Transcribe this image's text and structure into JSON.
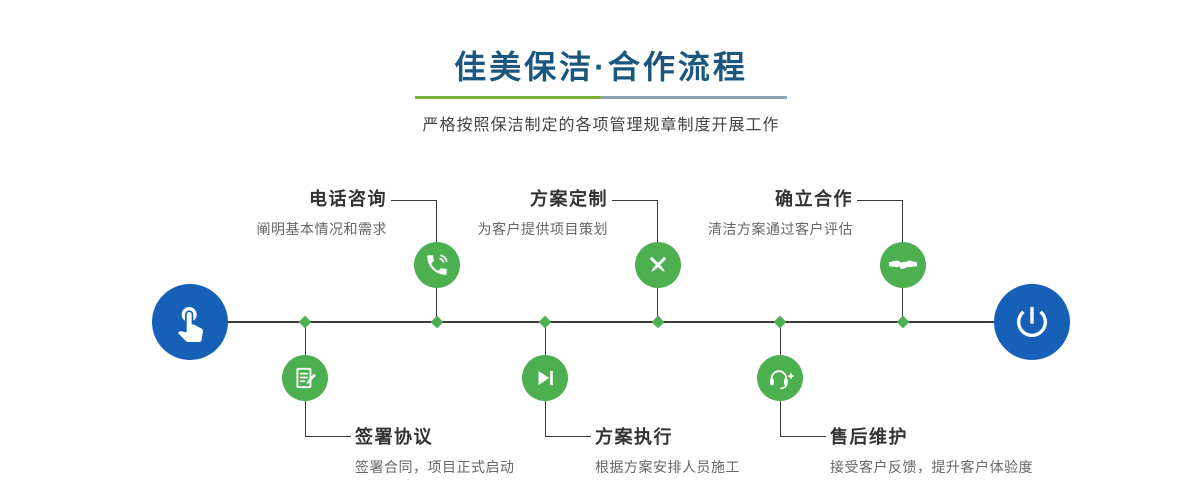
{
  "header": {
    "title": "佳美保洁·合作流程",
    "subtitle": "严格按照保洁制定的各项管理规章制度开展工作"
  },
  "timeline": {
    "start_node": {
      "icon": "pointing-hand-icon"
    },
    "end_node": {
      "icon": "power-icon"
    },
    "top": [
      {
        "title": "电话咨询",
        "desc": "阐明基本情况和需求",
        "icon": "phone-icon"
      },
      {
        "title": "方案定制",
        "desc": "为客户提供项目策划",
        "icon": "crossed-pencils-icon"
      },
      {
        "title": "确立合作",
        "desc": "清洁方案通过客户评估",
        "icon": "handshake-icon"
      }
    ],
    "bottom": [
      {
        "title": "签署协议",
        "desc": "签署合同，项目正式启动",
        "icon": "contract-edit-icon"
      },
      {
        "title": "方案执行",
        "desc": "根据方案安排人员施工",
        "icon": "play-forward-icon"
      },
      {
        "title": "售后维护",
        "desc": "接受客户反馈，提升客户体验度",
        "icon": "headset-icon"
      }
    ]
  },
  "colors": {
    "title_text": "#1b567e",
    "divider_left": "#7ab23c",
    "divider_right": "#8ba3b0",
    "step_green": "#4caf50",
    "node_blue": "#1760b8",
    "line": "#3a3a3a"
  }
}
